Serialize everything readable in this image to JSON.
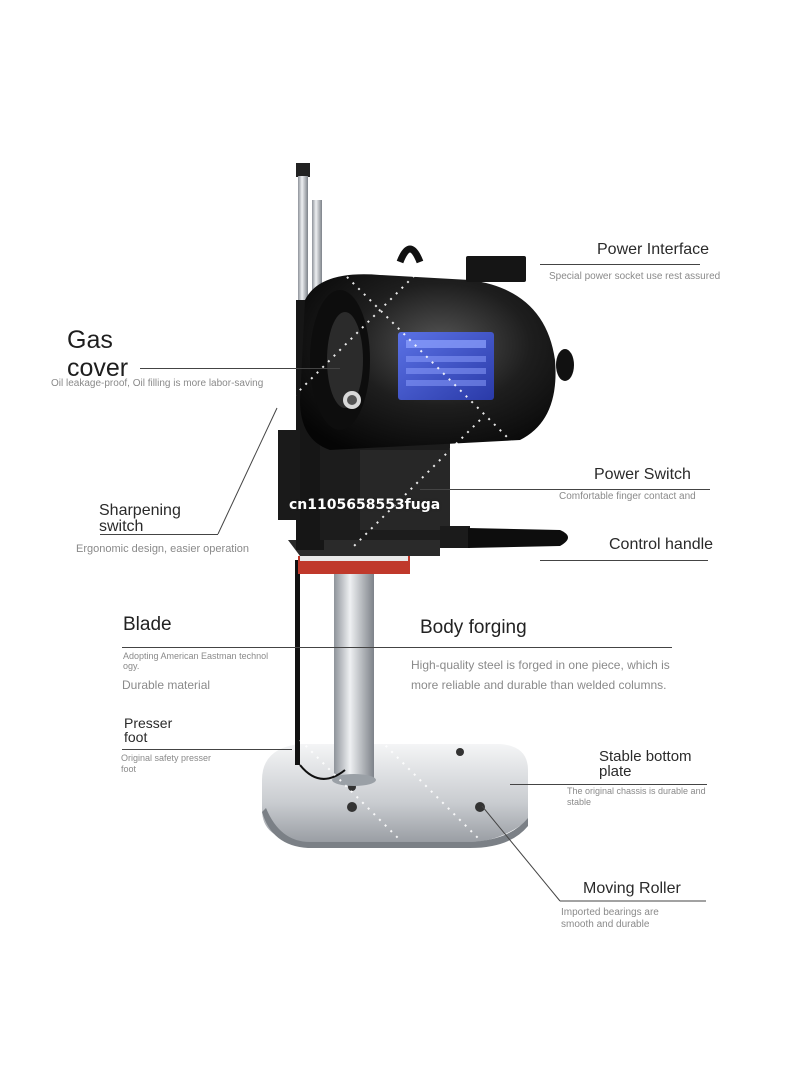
{
  "watermark": {
    "text": "cn1105658553fuga"
  },
  "callouts": {
    "power_interface": {
      "title": "Power Interface",
      "desc": "Special power socket use rest assured"
    },
    "gas_cover": {
      "title_line1": "Gas",
      "title_line2": "cover",
      "desc": "Oil leakage-proof, Oil filling is more labor-saving"
    },
    "power_switch": {
      "title": "Power Switch",
      "desc": "Comfortable finger contact and"
    },
    "sharpening_switch": {
      "title_line1": "Sharpening",
      "title_line2": "switch",
      "desc": "Ergonomic design, easier operation"
    },
    "control_handle": {
      "title": "Control handle"
    },
    "blade": {
      "title": "Blade",
      "desc_line1": "Adopting American Eastman technol",
      "desc_line2": "ogy.",
      "desc_line3": "Durable material"
    },
    "body_forging": {
      "title": "Body forging",
      "desc_line1": "High-quality steel is forged in one piece, which is",
      "desc_line2": "more reliable and durable than welded columns."
    },
    "presser_foot": {
      "title_line1": "Presser",
      "title_line2": "foot",
      "desc_line1": "Original safety presser",
      "desc_line2": "foot"
    },
    "stable_bottom_plate": {
      "title_line1": "Stable bottom",
      "title_line2": "plate",
      "desc_line1": "The original chassis is durable and",
      "desc_line2": "stable"
    },
    "moving_roller": {
      "title": "Moving Roller",
      "desc_line1": "Imported bearings are",
      "desc_line2": "smooth and durable"
    }
  },
  "colors": {
    "motor": "#1a1a1a",
    "label_plate": "#3a4fc8",
    "steel": "#b8bcc2",
    "accent_red": "#c0392b"
  }
}
